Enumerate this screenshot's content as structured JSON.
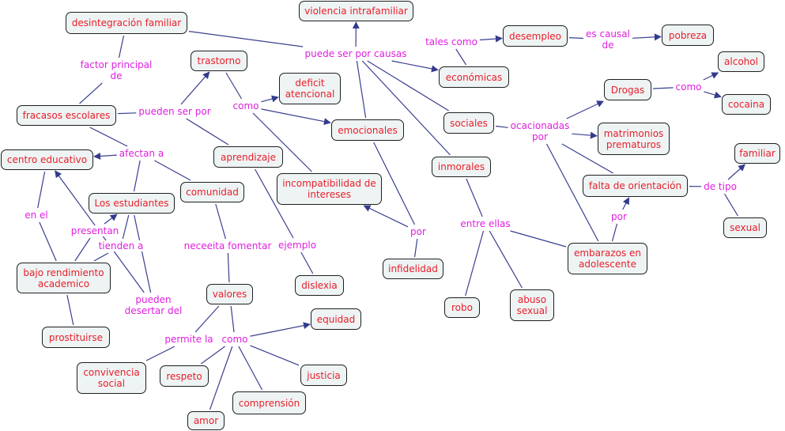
{
  "title": "Concept map: violencia intrafamiliar",
  "colors": {
    "node_text": "#e8202a",
    "node_fill": "#eef3f4",
    "node_border": "#1f1f1f",
    "link_label": "#e020e0",
    "line": "#3a3f8f"
  },
  "nodes": [
    {
      "id": "violencia",
      "text": "violencia intrafamiliar"
    },
    {
      "id": "desintegracion",
      "text": "desintegración familiar"
    },
    {
      "id": "trastorno",
      "text": "trastorno"
    },
    {
      "id": "deficit",
      "text": "deficit\natencional"
    },
    {
      "id": "fracasos",
      "text": "fracasos escolares"
    },
    {
      "id": "emocionales",
      "text": "emocionales"
    },
    {
      "id": "economicas",
      "text": "económicas"
    },
    {
      "id": "desempleo",
      "text": "desempleo"
    },
    {
      "id": "pobreza",
      "text": "pobreza"
    },
    {
      "id": "alcohol",
      "text": "alcohol"
    },
    {
      "id": "drogas",
      "text": "Drogas"
    },
    {
      "id": "cocaina",
      "text": "cocaina"
    },
    {
      "id": "sociales",
      "text": "sociales"
    },
    {
      "id": "matrimonios",
      "text": "matrimonios\nprematuros"
    },
    {
      "id": "centro",
      "text": "centro educativo"
    },
    {
      "id": "aprendizaje",
      "text": "aprendizaje"
    },
    {
      "id": "inmorales",
      "text": "inmorales"
    },
    {
      "id": "familiar",
      "text": "familiar"
    },
    {
      "id": "incompatibilidad",
      "text": "incompatibilidad de\nintereses"
    },
    {
      "id": "falta",
      "text": "falta de orientación"
    },
    {
      "id": "comunidad",
      "text": "comunidad"
    },
    {
      "id": "estudiantes",
      "text": "Los estudiantes"
    },
    {
      "id": "sexual",
      "text": "sexual"
    },
    {
      "id": "embarazos",
      "text": "embarazos en\nadolescente"
    },
    {
      "id": "infidelidad",
      "text": "infidelidad"
    },
    {
      "id": "bajo",
      "text": "bajo rendimiento\nacademico"
    },
    {
      "id": "dislexia",
      "text": "dislexia"
    },
    {
      "id": "valores",
      "text": "valores"
    },
    {
      "id": "robo",
      "text": "robo"
    },
    {
      "id": "abuso",
      "text": "abuso\nsexual"
    },
    {
      "id": "equidad",
      "text": "equidad"
    },
    {
      "id": "prostituirse",
      "text": "prostituirse"
    },
    {
      "id": "convivencia",
      "text": "convivencia\nsocial"
    },
    {
      "id": "respeto",
      "text": "respeto"
    },
    {
      "id": "justicia",
      "text": "justicia"
    },
    {
      "id": "comprension",
      "text": "comprensión"
    },
    {
      "id": "amor",
      "text": "amor"
    }
  ],
  "link_labels": [
    {
      "id": "puede_ser",
      "text": "puede ser por causas"
    },
    {
      "id": "factor",
      "text": "factor principal\nde"
    },
    {
      "id": "pueden_ser",
      "text": "pueden ser por"
    },
    {
      "id": "como_trastorno",
      "text": "como"
    },
    {
      "id": "tales_como",
      "text": "tales como"
    },
    {
      "id": "es_causal",
      "text": "es causal\nde"
    },
    {
      "id": "como_drogas",
      "text": "como"
    },
    {
      "id": "ocacionadas",
      "text": "ocacionadas\npor"
    },
    {
      "id": "afectan",
      "text": "afectan a"
    },
    {
      "id": "de_tipo",
      "text": "de tipo"
    },
    {
      "id": "en_el",
      "text": "en el"
    },
    {
      "id": "presentan",
      "text": "presentan"
    },
    {
      "id": "tienden",
      "text": "tienden a"
    },
    {
      "id": "neceeita",
      "text": "neceeita fomentar"
    },
    {
      "id": "ejemplo",
      "text": "ejemplo"
    },
    {
      "id": "por_infidelidad",
      "text": "por"
    },
    {
      "id": "entre_ellas",
      "text": "entre ellas"
    },
    {
      "id": "por_embarazos",
      "text": "por"
    },
    {
      "id": "pueden_desertar",
      "text": "pueden\ndesertar del"
    },
    {
      "id": "permite",
      "text": "permite la"
    },
    {
      "id": "como_valores",
      "text": "como"
    }
  ],
  "connections": [
    {
      "from": "puede_ser",
      "to": "violencia",
      "arrow": true
    },
    {
      "from": "desintegracion",
      "to": "puede_ser",
      "arrow": false
    },
    {
      "from": "emocionales",
      "to": "puede_ser",
      "arrow": false
    },
    {
      "from": "puede_ser",
      "to": "economicas",
      "arrow": true
    },
    {
      "from": "puede_ser",
      "to": "sociales",
      "arrow": false
    },
    {
      "from": "puede_ser",
      "to": "inmorales",
      "arrow": false
    },
    {
      "from": "desintegracion",
      "to": "factor",
      "arrow": false
    },
    {
      "from": "factor",
      "to": "fracasos",
      "arrow": false
    },
    {
      "from": "fracasos",
      "to": "pueden_ser",
      "arrow": false
    },
    {
      "from": "pueden_ser",
      "to": "trastorno",
      "arrow": true
    },
    {
      "from": "pueden_ser",
      "to": "aprendizaje",
      "arrow": false
    },
    {
      "from": "trastorno",
      "to": "como_trastorno",
      "arrow": false
    },
    {
      "from": "como_trastorno",
      "to": "deficit",
      "arrow": true
    },
    {
      "from": "como_trastorno",
      "to": "emocionales",
      "arrow": true
    },
    {
      "from": "como_trastorno",
      "to": "incompatibilidad",
      "arrow": false
    },
    {
      "from": "economicas",
      "to": "tales_como",
      "arrow": false
    },
    {
      "from": "tales_como",
      "to": "desempleo",
      "arrow": true
    },
    {
      "from": "desempleo",
      "to": "es_causal",
      "arrow": false
    },
    {
      "from": "es_causal",
      "to": "pobreza",
      "arrow": true
    },
    {
      "from": "drogas",
      "to": "como_drogas",
      "arrow": false
    },
    {
      "from": "como_drogas",
      "to": "alcohol",
      "arrow": true
    },
    {
      "from": "como_drogas",
      "to": "cocaina",
      "arrow": true
    },
    {
      "from": "sociales",
      "to": "ocacionadas",
      "arrow": false
    },
    {
      "from": "ocacionadas",
      "to": "drogas",
      "arrow": true
    },
    {
      "from": "ocacionadas",
      "to": "matrimonios",
      "arrow": true
    },
    {
      "from": "ocacionadas",
      "to": "falta",
      "arrow": false
    },
    {
      "from": "ocacionadas",
      "to": "embarazos",
      "arrow": false
    },
    {
      "from": "fracasos",
      "to": "afectan",
      "arrow": false
    },
    {
      "from": "afectan",
      "to": "centro",
      "arrow": true
    },
    {
      "from": "afectan",
      "to": "estudiantes",
      "arrow": false
    },
    {
      "from": "afectan",
      "to": "comunidad",
      "arrow": false
    },
    {
      "from": "falta",
      "to": "de_tipo",
      "arrow": false
    },
    {
      "from": "de_tipo",
      "to": "familiar",
      "arrow": true
    },
    {
      "from": "sexual",
      "to": "de_tipo",
      "arrow": false
    },
    {
      "from": "centro",
      "to": "en_el",
      "arrow": false
    },
    {
      "from": "en_el",
      "to": "bajo",
      "arrow": false
    },
    {
      "from": "bajo",
      "to": "presentan",
      "arrow": false
    },
    {
      "from": "presentan",
      "to": "estudiantes",
      "arrow": true
    },
    {
      "from": "estudiantes",
      "to": "tienden",
      "arrow": false
    },
    {
      "from": "tienden",
      "to": "bajo",
      "arrow": false
    },
    {
      "from": "estudiantes",
      "to": "pueden_desertar",
      "arrow": false
    },
    {
      "from": "pueden_desertar",
      "to": "centro",
      "arrow": true
    },
    {
      "from": "bajo",
      "to": "prostituirse",
      "arrow": false
    },
    {
      "from": "comunidad",
      "to": "neceeita",
      "arrow": false
    },
    {
      "from": "neceeita",
      "to": "valores",
      "arrow": false
    },
    {
      "from": "aprendizaje",
      "to": "ejemplo",
      "arrow": false
    },
    {
      "from": "ejemplo",
      "to": "dislexia",
      "arrow": false
    },
    {
      "from": "emocionales",
      "to": "por_infidelidad",
      "arrow": false
    },
    {
      "from": "infidelidad",
      "to": "por_infidelidad",
      "arrow": false
    },
    {
      "from": "por_infidelidad",
      "to": "incompatibilidad",
      "arrow": true
    },
    {
      "from": "inmorales",
      "to": "entre_ellas",
      "arrow": false
    },
    {
      "from": "entre_ellas",
      "to": "robo",
      "arrow": false
    },
    {
      "from": "entre_ellas",
      "to": "abuso",
      "arrow": false
    },
    {
      "from": "entre_ellas",
      "to": "embarazos",
      "arrow": false
    },
    {
      "from": "embarazos",
      "to": "por_embarazos",
      "arrow": false
    },
    {
      "from": "por_embarazos",
      "to": "falta",
      "arrow": true
    },
    {
      "from": "valores",
      "to": "permite",
      "arrow": false
    },
    {
      "from": "permite",
      "to": "convivencia",
      "arrow": false
    },
    {
      "from": "valores",
      "to": "como_valores",
      "arrow": false
    },
    {
      "from": "como_valores",
      "to": "equidad",
      "arrow": true
    },
    {
      "from": "como_valores",
      "to": "respeto",
      "arrow": false
    },
    {
      "from": "como_valores",
      "to": "amor",
      "arrow": false
    },
    {
      "from": "como_valores",
      "to": "comprension",
      "arrow": false
    },
    {
      "from": "como_valores",
      "to": "justicia",
      "arrow": false
    }
  ]
}
